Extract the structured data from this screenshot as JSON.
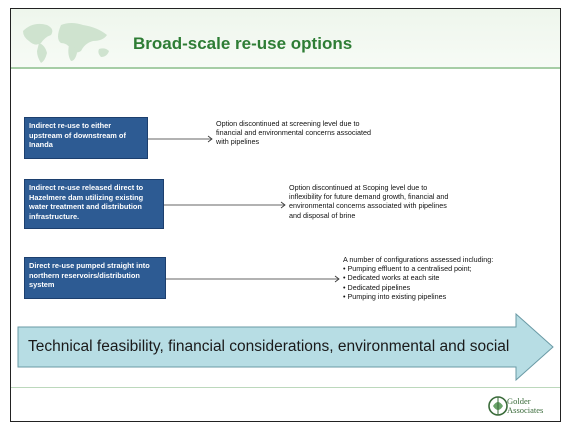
{
  "slide": {
    "title": "Broad-scale re-use options",
    "options": [
      {
        "label": "Indirect re-use to either upstream of downstream of Inanda",
        "outcome": "Option discontinued at screening level due to\nfinancial and environmental concerns associated\nwith pipelines"
      },
      {
        "label": "Indirect re-use released direct to Hazelmere dam utilizing existing water treatment and distribution infrastructure.",
        "outcome": "Option discontinued  at Scoping level due to\ninflexibility for future demand growth, financial and\nenvironmental concerns associated with pipelines\nand disposal of brine"
      },
      {
        "label": "Direct re-use pumped straight into northern reservoirs/distribution system",
        "outcome_intro": "A number of configurations assessed including:",
        "outcome_items": [
          "• Pumping effluent to a centralised point;",
          "• Dedicated works at each site",
          "• Dedicated pipelines",
          "• Pumping into existing pipelines"
        ]
      }
    ],
    "banner": "Technical feasibility, financial considerations, environmental and social",
    "logo_text": [
      "Golder",
      "Associates"
    ]
  },
  "colors": {
    "title": "#2e7d35",
    "option_box": "#2d5b93",
    "banner_arrow": "#b7dde4",
    "logo": "#3a6b3a"
  }
}
